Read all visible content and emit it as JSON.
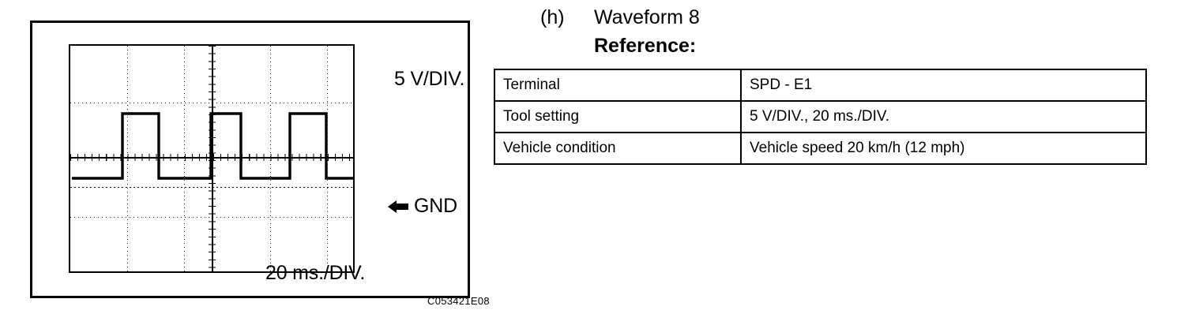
{
  "heading": {
    "item_letter": "(h)",
    "item_text": "Waveform 8",
    "subheading": "Reference:"
  },
  "reference_table": {
    "rows": [
      {
        "label": "Terminal",
        "value": "SPD - E1"
      },
      {
        "label": "Tool setting",
        "value": "5 V/DIV., 20 ms./DIV."
      },
      {
        "label": "Vehicle condition",
        "value": "Vehicle speed 20 km/h (12 mph)"
      }
    ]
  },
  "figure": {
    "code": "C053421E08",
    "voltage_scale_label": "5 V/DIV.",
    "time_scale_label": "20 ms./DIV.",
    "ground_label": "GND",
    "ground_arrow_icon": "left-arrow-icon"
  },
  "chart_data": {
    "type": "line",
    "title": "Waveform 8 — vehicle speed sensor output",
    "xlabel": "20 ms./DIV.",
    "ylabel": "5 V/DIV.",
    "grid": true,
    "legend": "none",
    "x_divisions": 10,
    "y_divisions": 8,
    "volts_per_div": 5,
    "ms_per_div": 20,
    "xlim": [
      0,
      200
    ],
    "ylim": [
      -20,
      20
    ],
    "annotations": [
      {
        "text": "GND",
        "y": 0,
        "marker": "left-arrow at right edge",
        "style": "dotted-line"
      }
    ],
    "series": [
      {
        "name": "SPD - E1",
        "waveform": "square",
        "low_value": 0,
        "high_value": 5,
        "period_ms": 59,
        "duty_cycle": 0.42,
        "points": [
          [
            0,
            0
          ],
          [
            37,
            0
          ],
          [
            37,
            5
          ],
          [
            62,
            5
          ],
          [
            62,
            0
          ],
          [
            95,
            0
          ],
          [
            95,
            5
          ],
          [
            119,
            5
          ],
          [
            119,
            0
          ],
          [
            154,
            0
          ],
          [
            154,
            5
          ],
          [
            179,
            5
          ],
          [
            179,
            0
          ],
          [
            200,
            0
          ]
        ]
      }
    ]
  }
}
